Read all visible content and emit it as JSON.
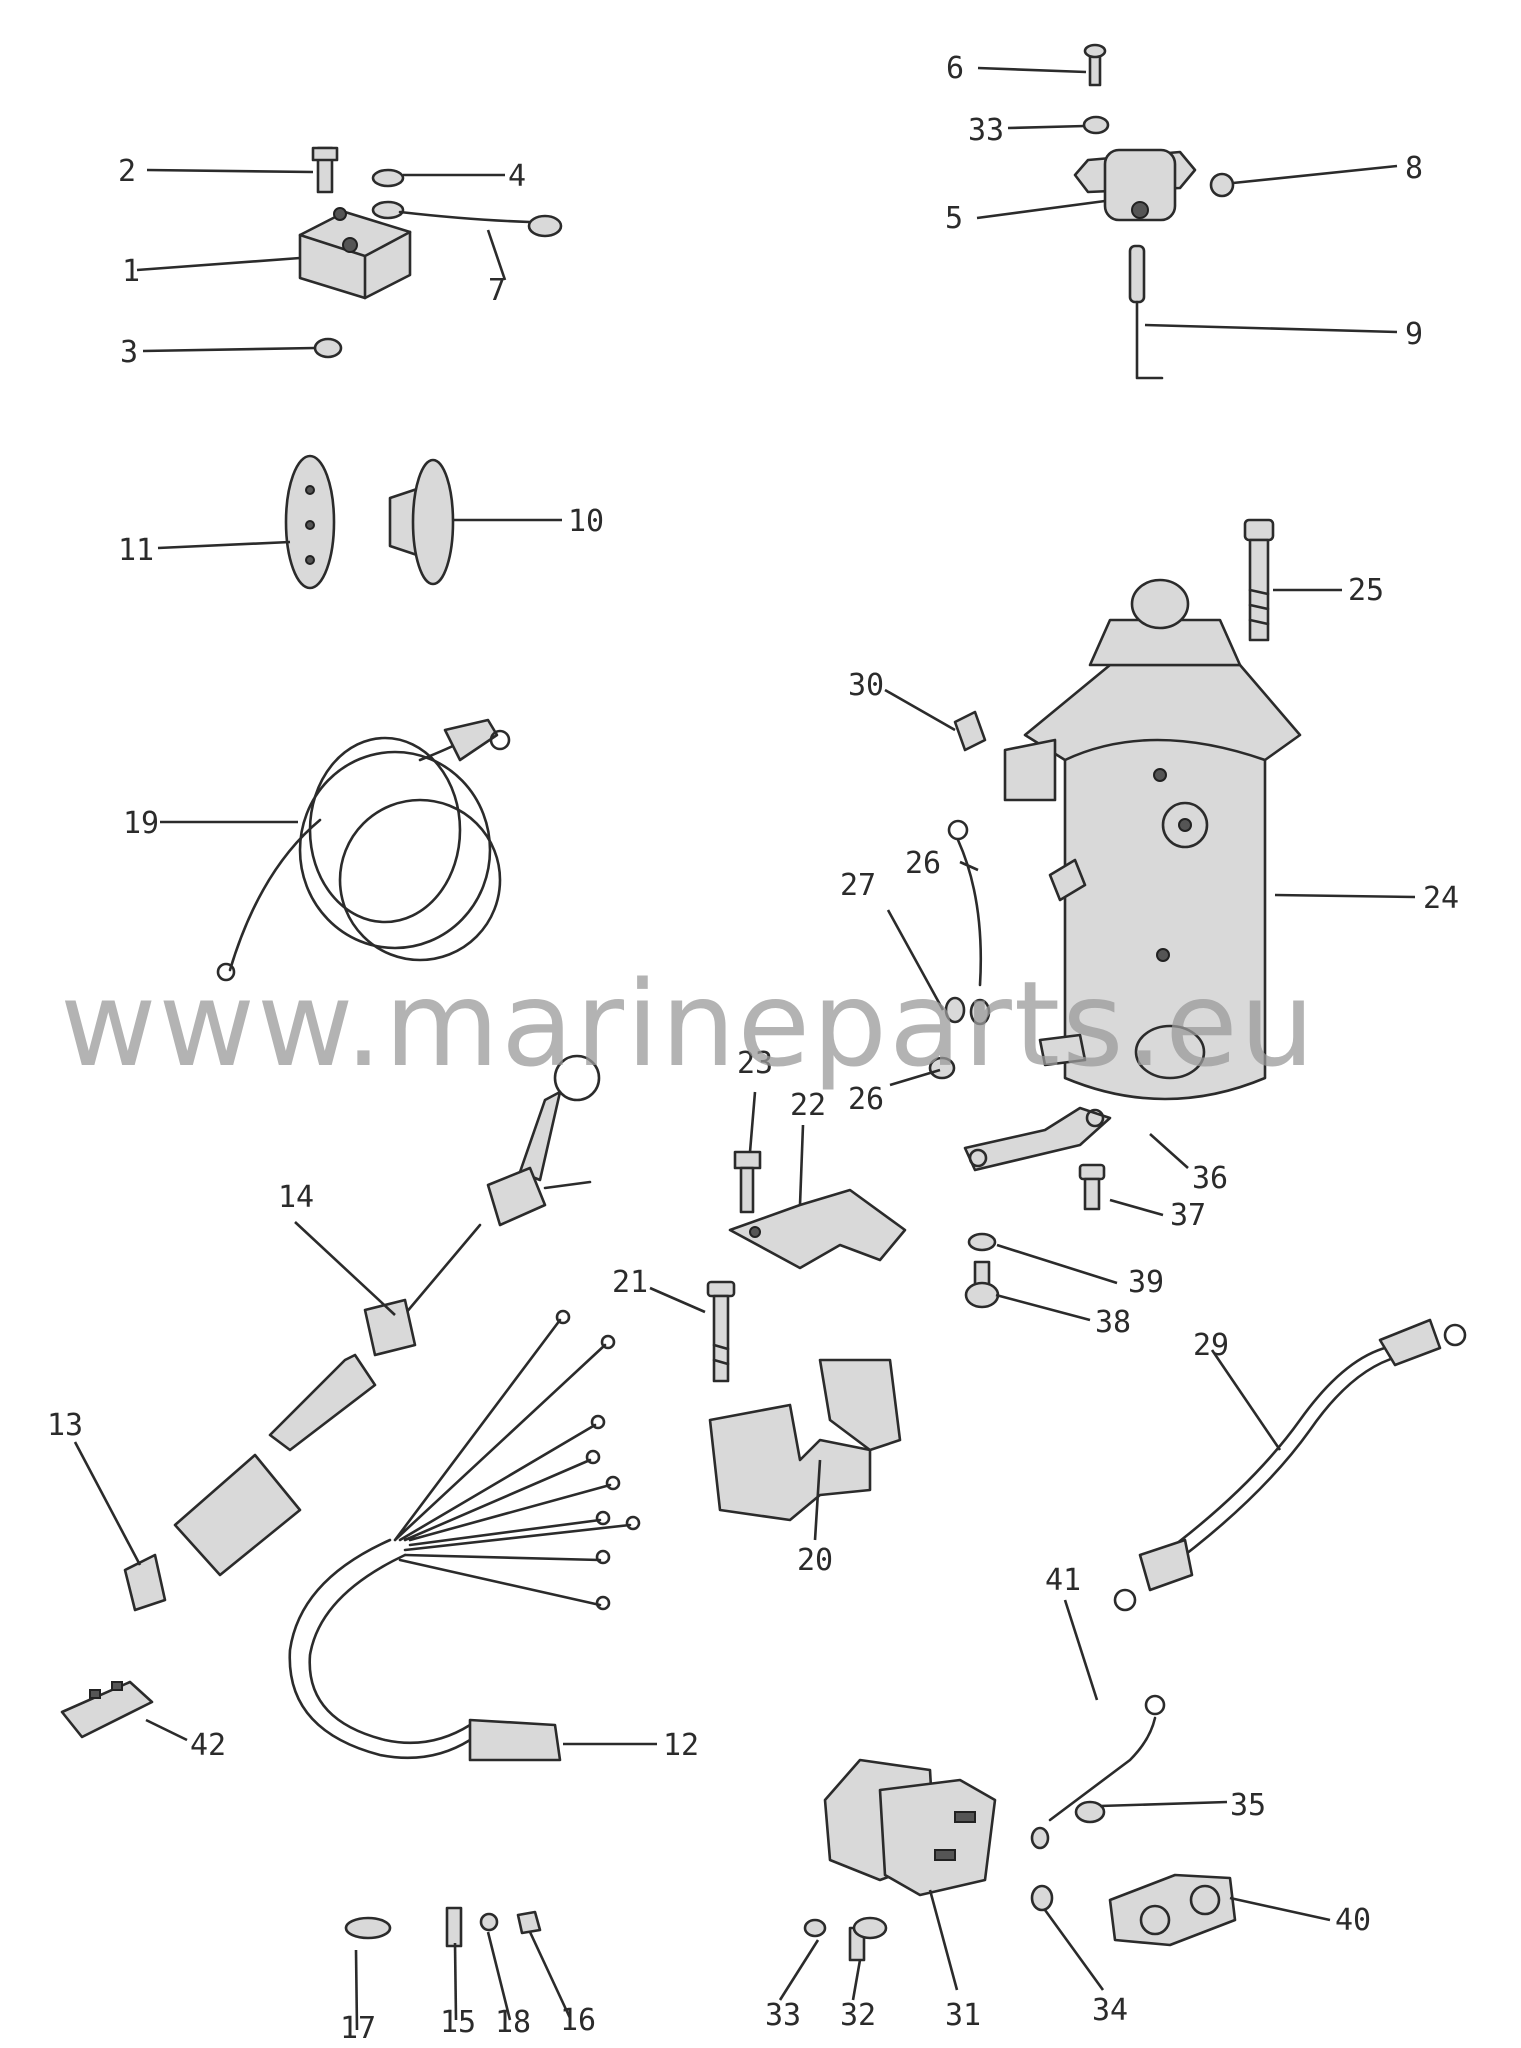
{
  "watermark": "www.marineparts.eu",
  "callouts": {
    "c1": "1",
    "c2": "2",
    "c3": "3",
    "c4": "4",
    "c5": "5",
    "c6": "6",
    "c7": "7",
    "c8": "8",
    "c9": "9",
    "c10": "10",
    "c11": "11",
    "c12": "12",
    "c13": "13",
    "c14": "14",
    "c15": "15",
    "c16": "16",
    "c17": "17",
    "c18": "18",
    "c19": "19",
    "c20": "20",
    "c21": "21",
    "c22": "22",
    "c23": "23",
    "c24": "24",
    "c25": "25",
    "c26a": "26",
    "c26b": "26",
    "c27": "27",
    "c29": "29",
    "c30": "30",
    "c31": "31",
    "c32": "32",
    "c33a": "33",
    "c33b": "33",
    "c34": "34",
    "c35": "35",
    "c36": "36",
    "c37": "37",
    "c38": "38",
    "c39": "39",
    "c40": "40",
    "c41": "41",
    "c42": "42"
  }
}
